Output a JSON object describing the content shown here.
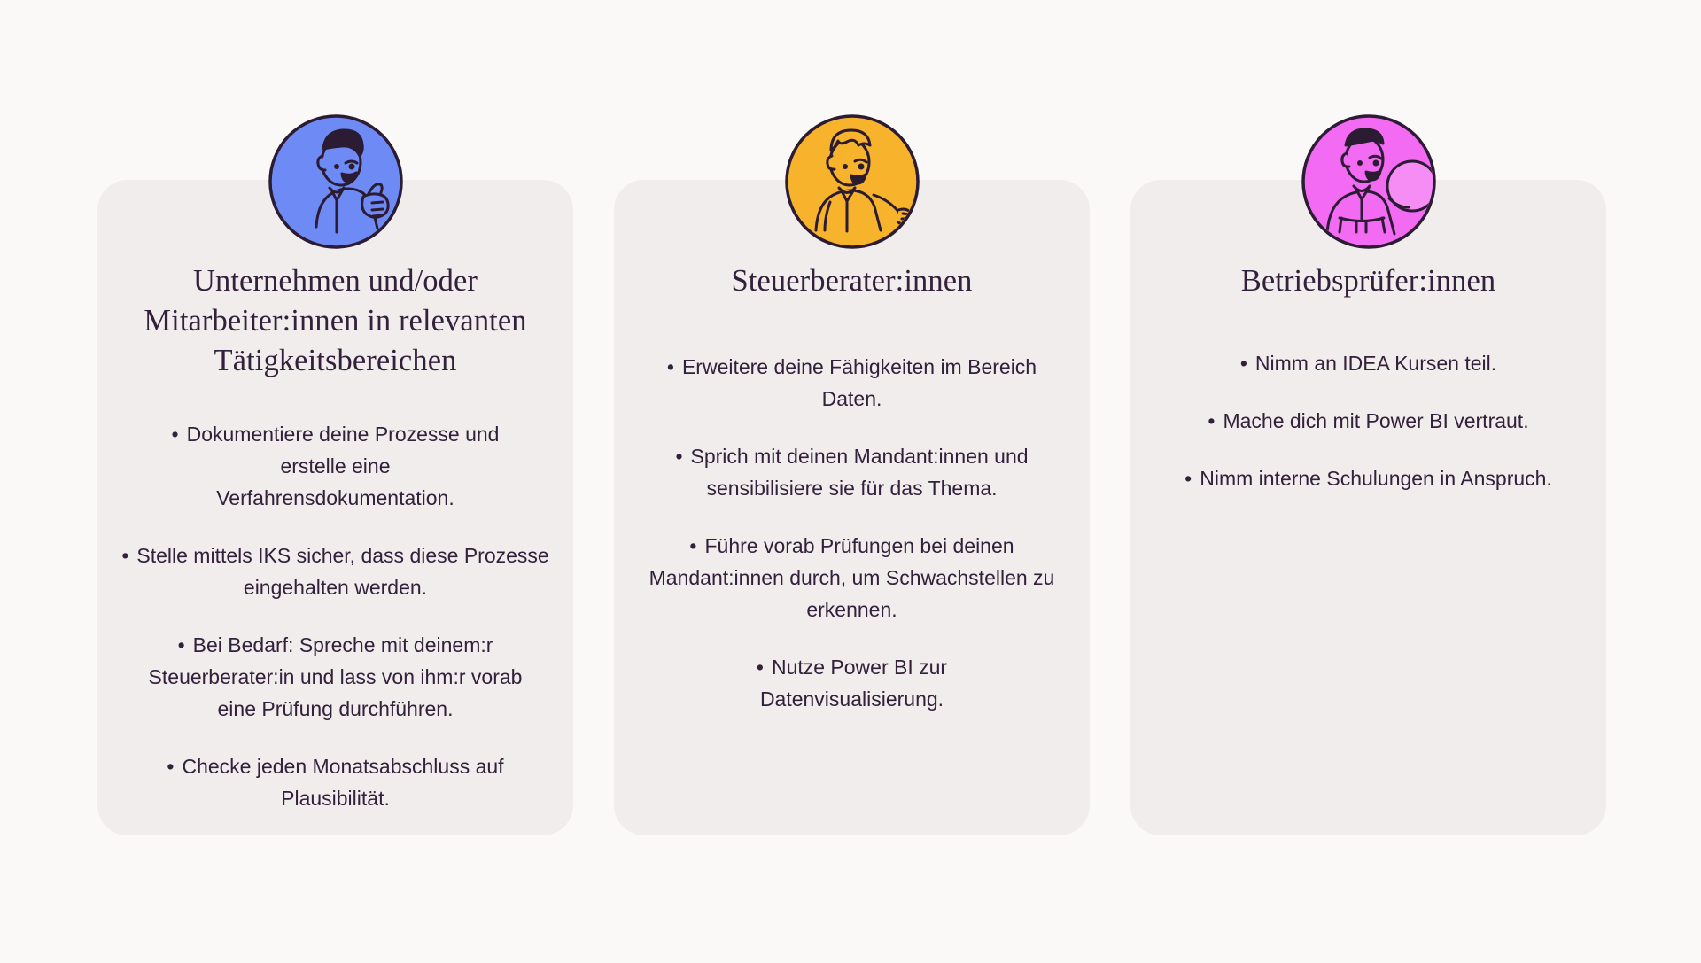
{
  "page": {
    "background_color": "#FAF9F7",
    "card_background_color": "#F1EDEC",
    "text_color": "#33203B"
  },
  "cards": [
    {
      "id": "unternehmen",
      "avatar": {
        "icon_name": "person-thumbs-up-avatar",
        "accent_color": "#6E8BF5"
      },
      "title": "Unternehmen und/oder Mitarbeiter:innen in relevanten Tätigkeitsbereichen",
      "bullets": [
        "Dokumentiere deine Prozesse und erstelle eine Verfahrensdokumentation.",
        "Stelle mittels IKS sicher, dass diese Prozesse eingehalten werden.",
        "Bei Bedarf: Spreche mit deinem:r Steuerberater:in und lass von ihm:r vorab eine Prüfung durchführen.",
        "Checke jeden Monatsabschluss auf Plausibilität."
      ]
    },
    {
      "id": "steuerberater",
      "avatar": {
        "icon_name": "person-waving-avatar",
        "accent_color": "#F7B32B"
      },
      "title": "Steuerberater:innen",
      "bullets": [
        "Erweitere deine Fähigkeiten im Bereich Daten.",
        "Sprich mit deinen Mandant:innen und sensibilisiere sie für das Thema.",
        "Führe vorab Prüfungen bei deinen Mandant:innen durch, um Schwachstellen zu erkennen.",
        "Nutze Power BI zur Datenvisualisierung."
      ]
    },
    {
      "id": "betriebspruefer",
      "avatar": {
        "icon_name": "person-presenting-avatar",
        "accent_color": "#F26BF2"
      },
      "title": "Betriebsprüfer:innen",
      "bullets": [
        "Nimm an IDEA Kursen teil.",
        "Mache dich mit Power BI vertraut.",
        "Nimm interne Schulungen in Anspruch."
      ]
    }
  ]
}
